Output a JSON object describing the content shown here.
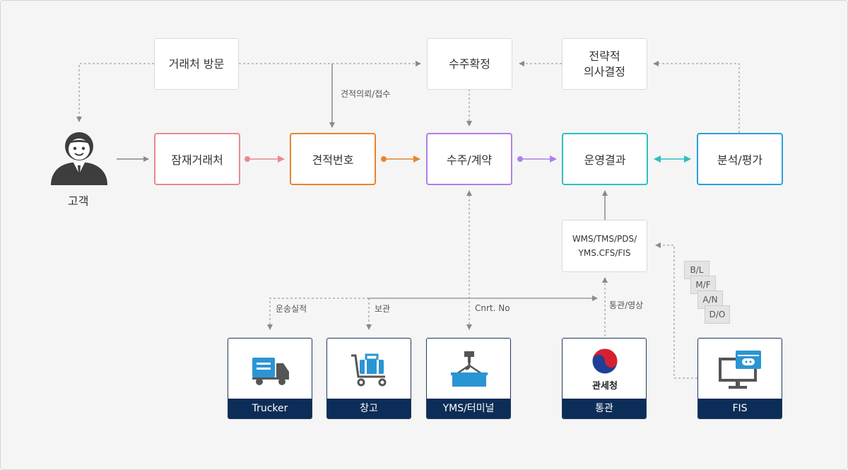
{
  "top": {
    "visit": "거래처 방문",
    "confirm": "수주확정",
    "decision": [
      "전략적",
      "의사결정"
    ]
  },
  "customer": {
    "label": "고객"
  },
  "flow": {
    "potential": "잠재거래처",
    "quote": "견적번호",
    "order": "수주/계약",
    "result": "운영결과",
    "analysis": "분석/평가"
  },
  "labels": {
    "quote_request": "견적의뢰/접수",
    "transport": "운송실적",
    "storage": "보관",
    "cnrt": "Cnrt. No",
    "customs_report": "통관/영상"
  },
  "systems": [
    "WMS/TMS/PDS/",
    "YMS.CFS/FIS"
  ],
  "docs": [
    "B/L",
    "M/F",
    "A/N",
    "D/O"
  ],
  "tiles": {
    "trucker": "Trucker",
    "warehouse": "창고",
    "yms": "YMS/터미널",
    "customs": "통관",
    "customs_logo_text": "관세청",
    "fis": "FIS"
  },
  "colors": {
    "potential": "#e68a8f",
    "quote": "#e8842c",
    "order": "#b07ee8",
    "result": "#2ebfbf",
    "analysis": "#2aa0dc",
    "tile_caption": "#0c2d57",
    "icon": "#2a95d3"
  }
}
